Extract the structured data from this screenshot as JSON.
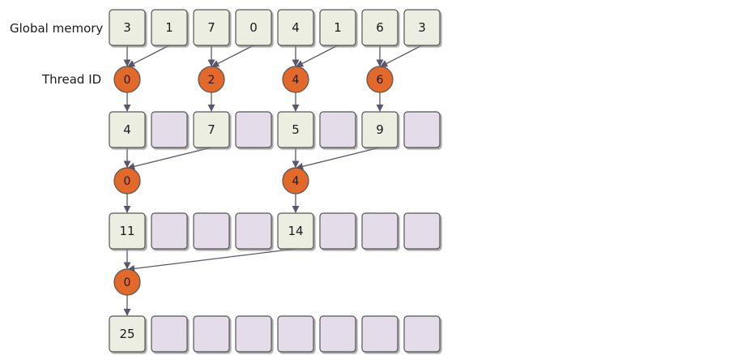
{
  "labels": {
    "global_memory": "Global memory",
    "thread_id": "Thread ID"
  },
  "rows": [
    [
      "3",
      "1",
      "7",
      "0",
      "4",
      "1",
      "6",
      "3"
    ],
    [
      "4",
      "",
      "7",
      "",
      "5",
      "",
      "9",
      ""
    ],
    [
      "11",
      "",
      "",
      "",
      "14",
      "",
      "",
      ""
    ],
    [
      "25",
      "",
      "",
      "",
      "",
      "",
      "",
      ""
    ]
  ],
  "threads": [
    {
      "row": 0,
      "col": 0,
      "id": "0",
      "sources": [
        0,
        1
      ],
      "target": 0
    },
    {
      "row": 0,
      "col": 2,
      "id": "2",
      "sources": [
        2,
        3
      ],
      "target": 2
    },
    {
      "row": 0,
      "col": 4,
      "id": "4",
      "sources": [
        4,
        5
      ],
      "target": 4
    },
    {
      "row": 0,
      "col": 6,
      "id": "6",
      "sources": [
        6,
        7
      ],
      "target": 6
    },
    {
      "row": 1,
      "col": 0,
      "id": "0",
      "sources": [
        0,
        2
      ],
      "target": 0
    },
    {
      "row": 1,
      "col": 4,
      "id": "4",
      "sources": [
        4,
        6
      ],
      "target": 4
    },
    {
      "row": 2,
      "col": 0,
      "id": "0",
      "sources": [
        0,
        4
      ],
      "target": 0
    }
  ],
  "colors": {
    "active_cell_fill": "#ebeee0",
    "inactive_cell_fill": "#e4dde9",
    "cell_stroke": "#555555",
    "thread_fill": "#e2692a",
    "thread_stroke": "#555555",
    "arrow": "#5a566a"
  }
}
